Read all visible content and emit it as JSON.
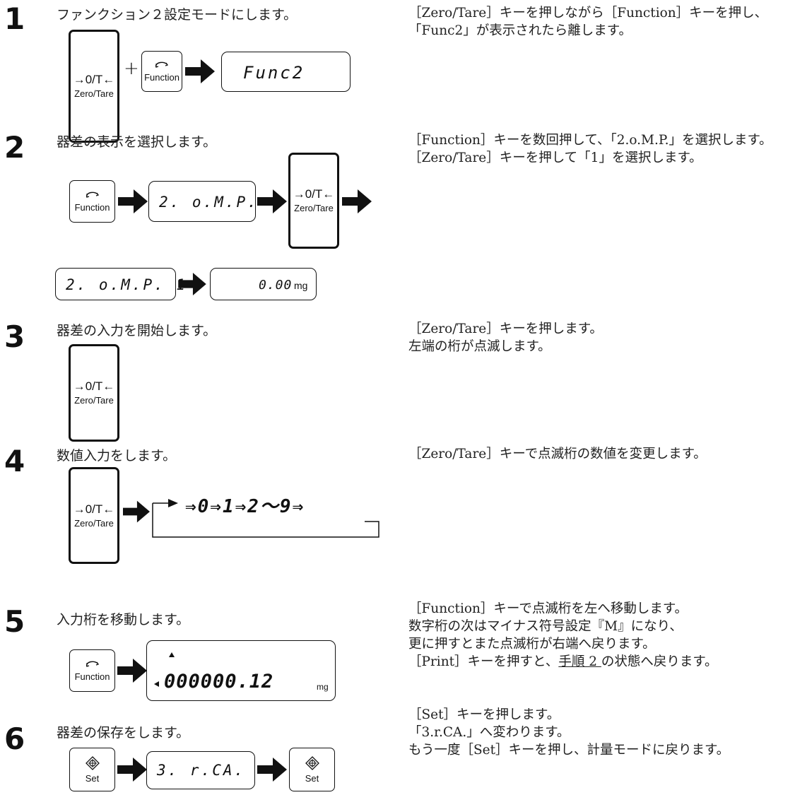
{
  "keys": {
    "zero_tare_symbol": "→0/T←",
    "zero_tare_label": "Zero/Tare",
    "function_label": "Function",
    "set_label": "Set"
  },
  "steps": [
    {
      "number": "1",
      "title": "ファンクション２設定モードにします。",
      "display": "Func2",
      "plus": "+",
      "description": [
        "［Zero/Tare］キーを押しながら［Function］キーを押し、「Func2」が表示されたら離します。"
      ]
    },
    {
      "number": "2",
      "title": "器差の表示を選択します。",
      "display_a": "2. o.M.P.",
      "display_b": "2. o.M.P.  1",
      "display_c": "0.00",
      "unit_c": "mg",
      "description": [
        "［Function］キーを数回押して、「2.o.M.P.」を選択します。",
        "［Zero/Tare］キーを押して「1」を選択します。"
      ]
    },
    {
      "number": "3",
      "title": "器差の入力を開始します。",
      "description": [
        "［Zero/Tare］キーを押します。",
        "左端の桁が点滅します。"
      ]
    },
    {
      "number": "4",
      "title": "数値入力をします。",
      "sequence": "⇒0⇒1⇒2〜9⇒",
      "description": [
        "［Zero/Tare］キーで点滅桁の数値を変更します。"
      ]
    },
    {
      "number": "5",
      "title": "入力桁を移動します。",
      "display": "000000.12",
      "unit": "mg",
      "description_1": "［Function］キーで点滅桁を左へ移動します。",
      "description_2": "数字桁の次はマイナス符号設定『M』になり、",
      "description_3": "更に押すとまた点滅桁が右端へ戻ります。",
      "description_4a": "［Print］キーを押すと、",
      "description_4_link": "手順 2 ",
      "description_4b": "の状態へ戻ります。"
    },
    {
      "number": "6",
      "title": "器差の保存をします。",
      "display": "3. r.CA.",
      "description": [
        "［Set］キーを押します。",
        "「3.r.CA.」へ変わります。",
        "もう一度［Set］キーを押し、計量モードに戻ります。"
      ]
    }
  ]
}
